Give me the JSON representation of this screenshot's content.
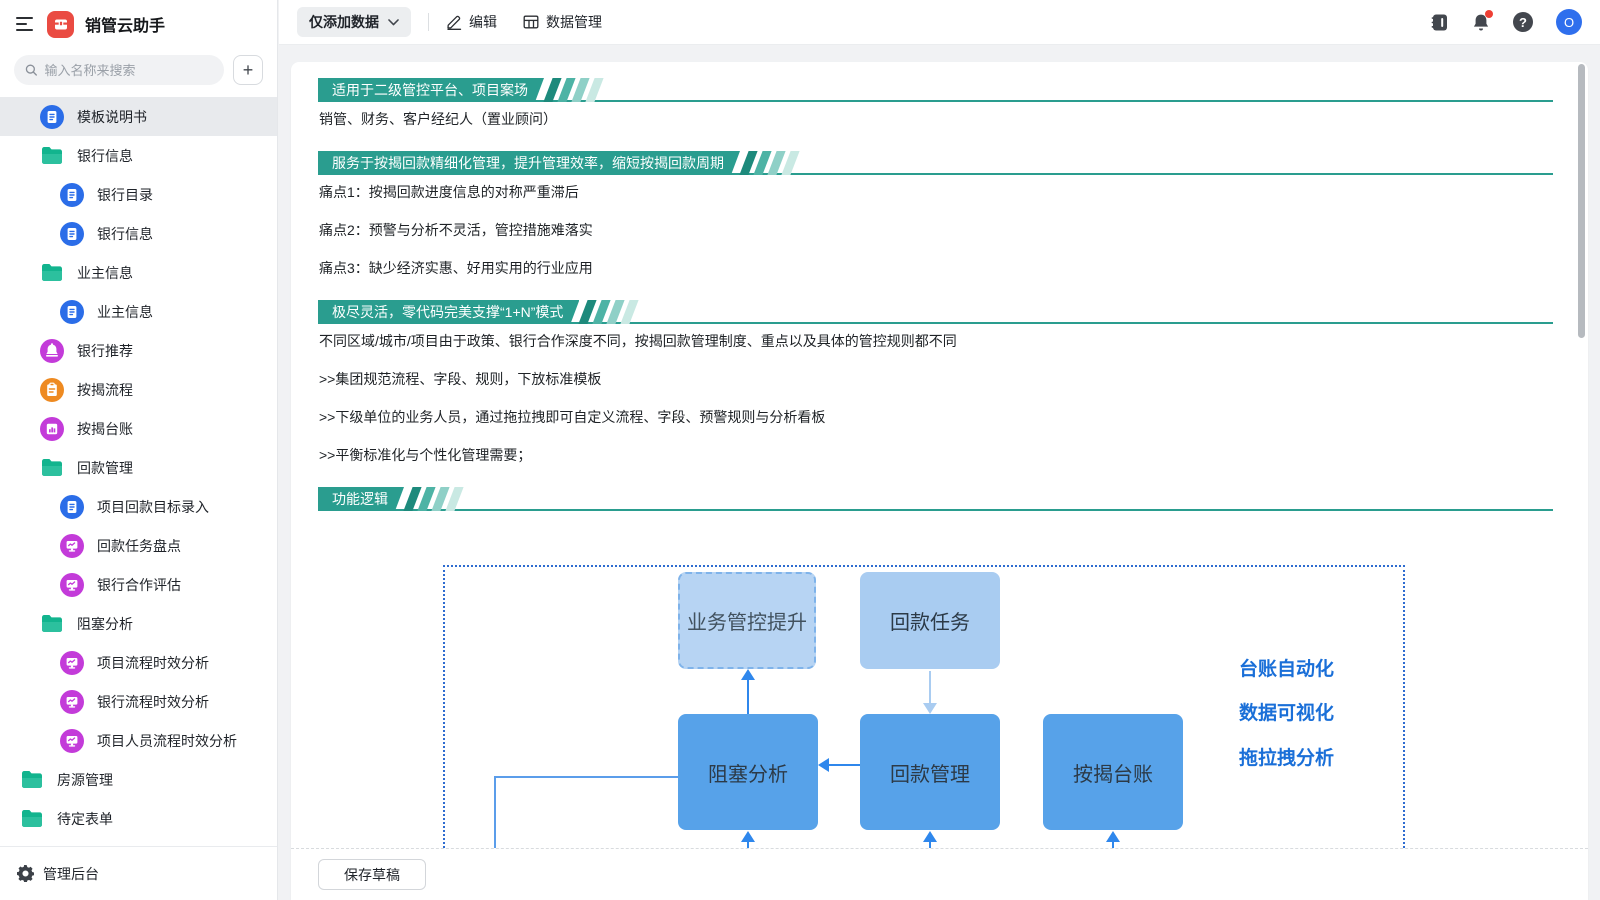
{
  "app": {
    "title": "销管云助手"
  },
  "sidebar": {
    "search_placeholder": "输入名称来搜索",
    "add_glyph": "+",
    "items": [
      {
        "label": "模板说明书",
        "icon": "doc",
        "selected": true
      },
      {
        "label": "银行信息",
        "icon": "folder"
      },
      {
        "label": "银行目录",
        "icon": "doc"
      },
      {
        "label": "银行信息",
        "icon": "doc"
      },
      {
        "label": "业主信息",
        "icon": "folder"
      },
      {
        "label": "业主信息",
        "icon": "doc"
      },
      {
        "label": "银行推荐",
        "icon": "alarm"
      },
      {
        "label": "按揭流程",
        "icon": "clipboard"
      },
      {
        "label": "按揭台账",
        "icon": "ledger"
      },
      {
        "label": "回款管理",
        "icon": "folder"
      },
      {
        "label": "项目回款目标录入",
        "icon": "doc"
      },
      {
        "label": "回款任务盘点",
        "icon": "dashboard"
      },
      {
        "label": "银行合作评估",
        "icon": "dashboard"
      },
      {
        "label": "阻塞分析",
        "icon": "folder"
      },
      {
        "label": "项目流程时效分析",
        "icon": "dashboard"
      },
      {
        "label": "银行流程时效分析",
        "icon": "dashboard"
      },
      {
        "label": "项目人员流程时效分析",
        "icon": "dashboard"
      },
      {
        "label": "房源管理",
        "icon": "folder"
      },
      {
        "label": "待定表单",
        "icon": "folder"
      }
    ],
    "admin_label": "管理后台"
  },
  "toolbar": {
    "mode_button_label": "仅添加数据",
    "edit_label": "编辑",
    "data_manage_label": "数据管理",
    "help_glyph": "?",
    "avatar_text": "O"
  },
  "document": {
    "sections": [
      {
        "banner": "适用于二级管控平台、项目案场",
        "paragraphs": [
          "销管、财务、客户经纪人（置业顾问）"
        ]
      },
      {
        "banner": "服务于按揭回款精细化管理，提升管理效率，缩短按揭回款周期",
        "paragraphs": [
          "痛点1：按揭回款进度信息的对称严重滞后",
          "痛点2：预警与分析不灵活，管控措施难落实",
          "痛点3：缺少经济实惠、好用实用的行业应用"
        ]
      },
      {
        "banner": "极尽灵活，零代码完美支撑“1+N”模式",
        "paragraphs": [
          "不同区域/城市/项目由于政策、银行合作深度不同，按揭回款管理制度、重点以及具体的管控规则都不同",
          ">>集团规范流程、字段、规则，下放标准模板",
          ">>下级单位的业务人员，通过拖拉拽即可自定义流程、字段、预警规则与分析看板",
          ">>平衡标准化与个性化管理需要；"
        ]
      },
      {
        "banner": "功能逻辑",
        "paragraphs": []
      }
    ],
    "diagram": {
      "nodes": {
        "ghost": "业务管控提升",
        "task": "回款任务",
        "blocking": "阻塞分析",
        "payment": "回款管理",
        "ledger": "按揭台账"
      },
      "side_labels": [
        "台账自动化",
        "数据可视化",
        "拖拉拽分析"
      ]
    },
    "save_draft_label": "保存草稿"
  },
  "colors": {
    "banner_teal": "#2A9D8F",
    "diagram_blue": "#57A2E9",
    "diagram_light_blue": "#A9CCF1",
    "diagram_arrow_blue": "#2F87EC",
    "diagram_label_blue": "#1A6FD8",
    "app_logo_red": "#EA4B42",
    "avatar_blue": "#2F6FED",
    "folder_green": "#12B48E",
    "doc_blue": "#2B6DE8",
    "dashboard_magenta": "#C33BD9",
    "clipboard_orange": "#EE8A21",
    "notification_red": "#EE3F34"
  }
}
